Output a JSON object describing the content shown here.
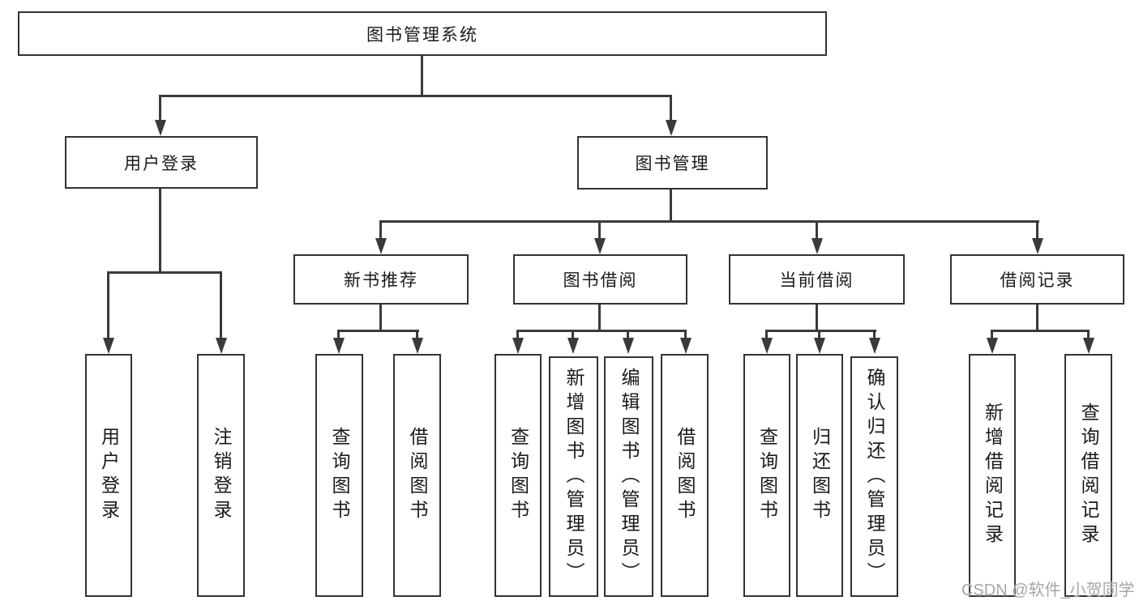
{
  "diagram": {
    "title": "图书管理系统",
    "level2": [
      "用户登录",
      "图书管理"
    ],
    "level3": [
      "新书推荐",
      "图书借阅",
      "当前借阅",
      "借阅记录"
    ],
    "leaves": {
      "user_login": [
        "用户登录",
        "注销登录"
      ],
      "new_book": [
        "查询图书",
        "借阅图书"
      ],
      "book_borrow": [
        "查询图书",
        "新增图书（管理员）",
        "编辑图书（管理员）",
        "借阅图书"
      ],
      "current_borrow": [
        "查询图书",
        "归还图书",
        "确认归还（管理员）"
      ],
      "borrow_record": [
        "新增借阅记录",
        "查询借阅记录"
      ]
    },
    "line_color": "#3a3a3a",
    "watermark": "CSDN @软件_小贺同学"
  }
}
